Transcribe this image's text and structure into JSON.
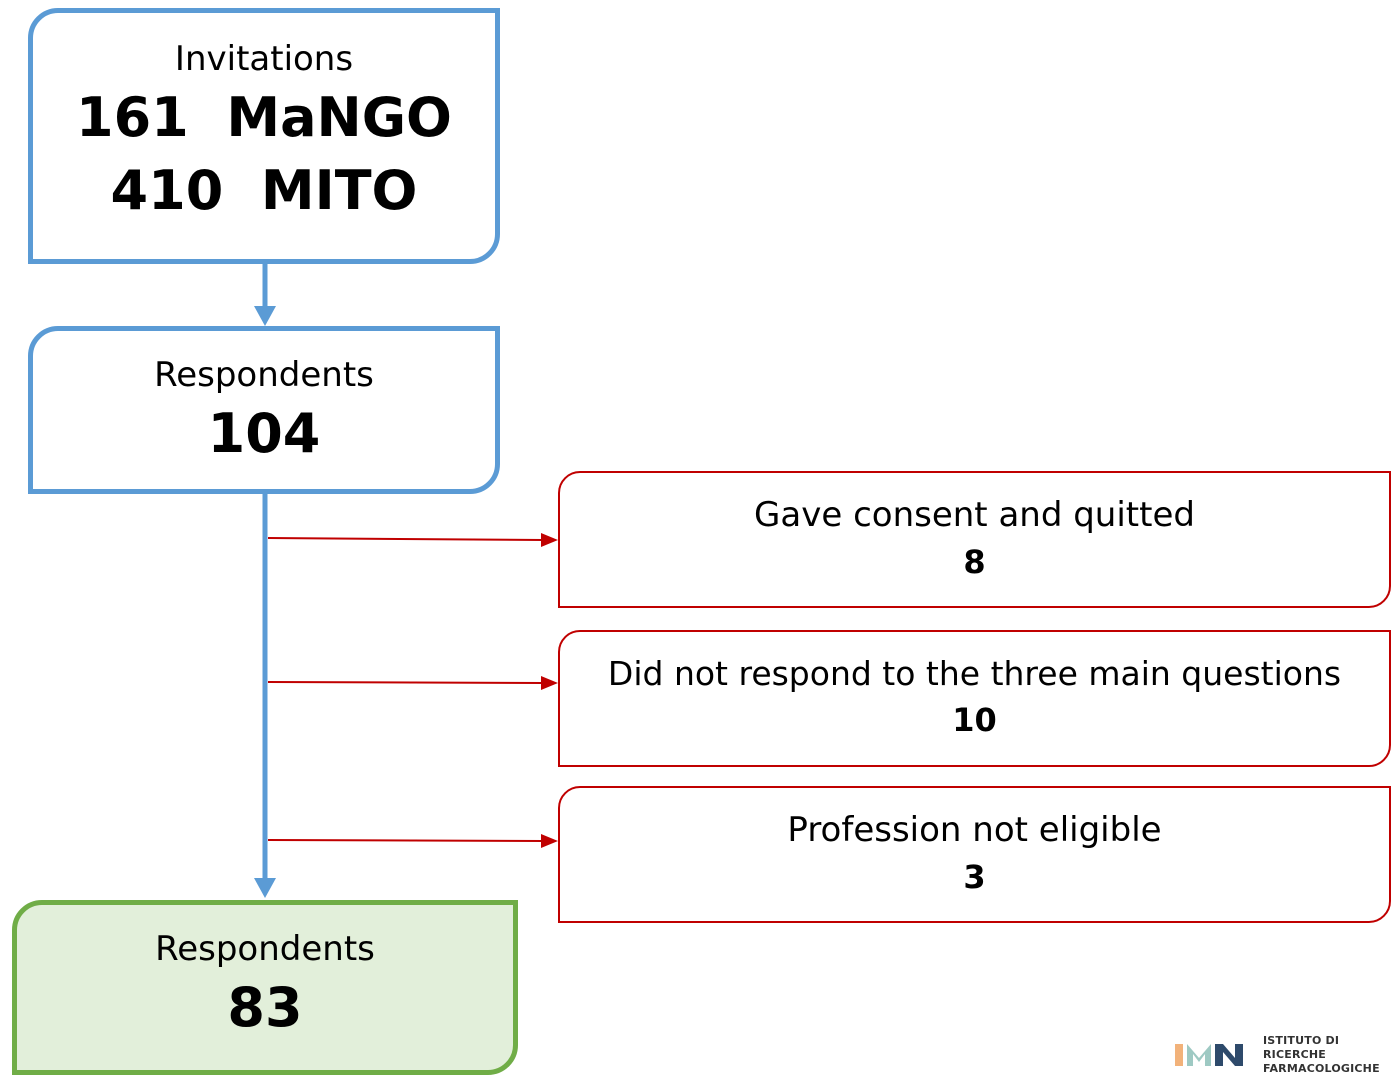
{
  "invitations": {
    "label": "Invitations",
    "line1": "161  MaNGO",
    "line2": "410  MITO"
  },
  "respondents_initial": {
    "label": "Respondents",
    "count": "104"
  },
  "exclusions": [
    {
      "label": "Gave consent and quitted",
      "count": "8"
    },
    {
      "label": "Did not respond to the three main questions",
      "count": "10"
    },
    {
      "label": "Profession not eligible",
      "count": "3"
    }
  ],
  "respondents_final": {
    "label": "Respondents",
    "count": "83"
  },
  "logo": {
    "line1": "ISTITUTO DI RICERCHE",
    "line2": "FARMACOLOGICHE"
  },
  "colors": {
    "main_flow": "#5b9bd5",
    "exclusion": "#c00000",
    "final_border": "#70ad47",
    "final_fill": "#e2efda"
  }
}
